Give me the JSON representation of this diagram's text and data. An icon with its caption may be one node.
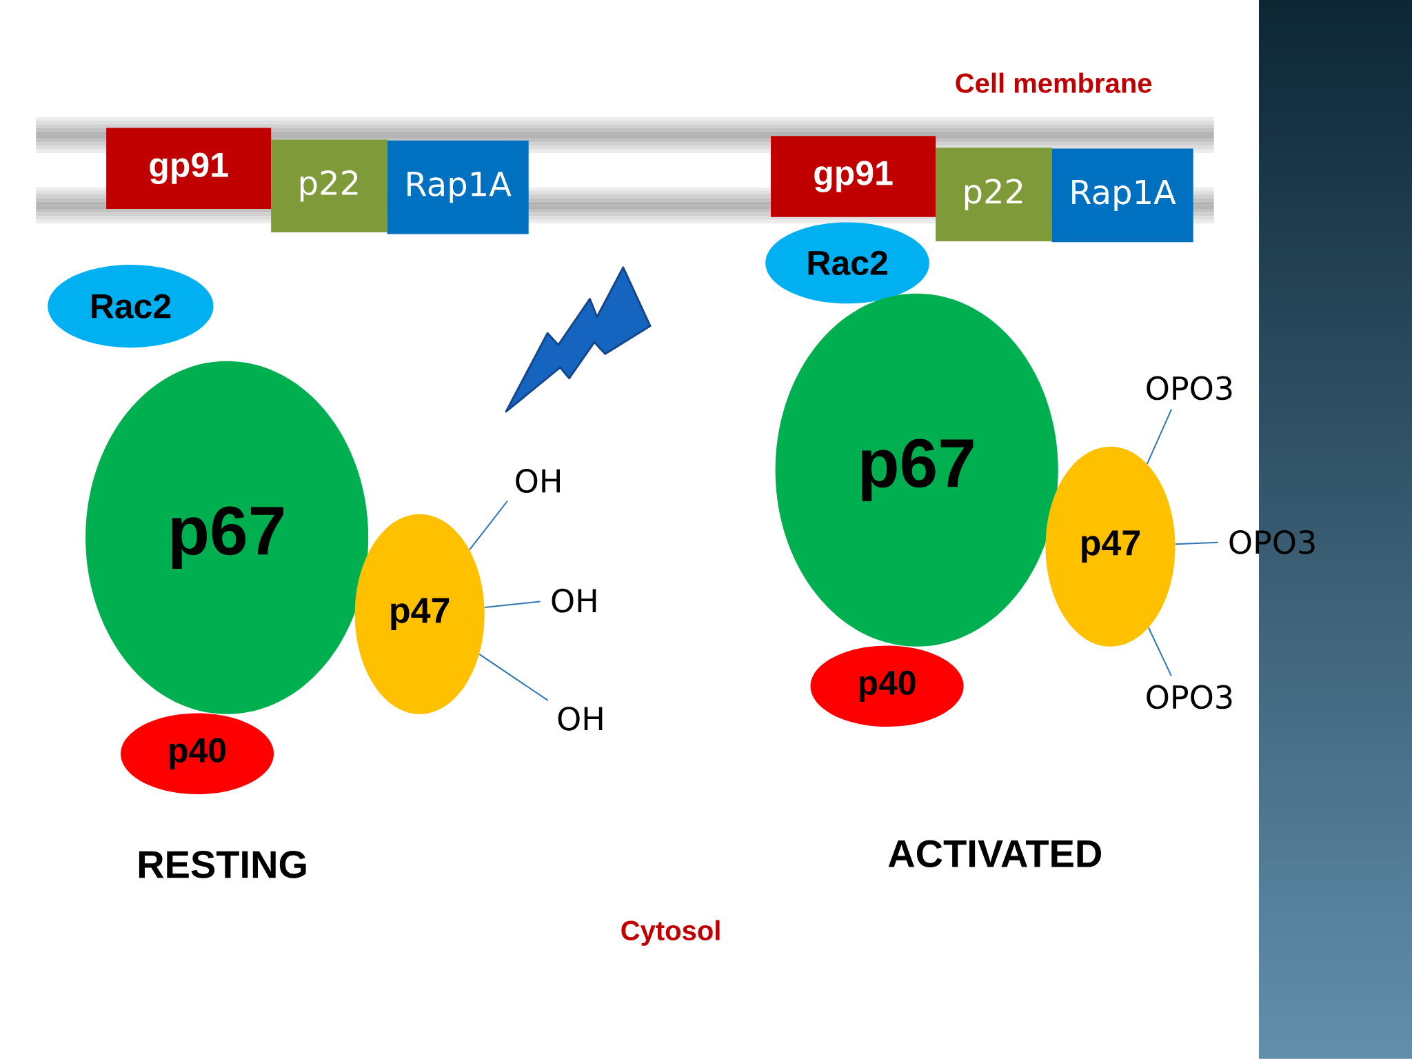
{
  "diagram": {
    "nodes": [
      {
        "text": [
          "gp91"
        ]
      },
      {
        "text": [
          "p22"
        ]
      },
      {
        "text": [
          "Rap1A"
        ]
      },
      {
        "text": [
          "Rac2"
        ]
      },
      {
        "text": [
          "p67"
        ]
      },
      {
        "text": [
          "p47"
        ]
      },
      {
        "text": [
          "p40"
        ]
      },
      {
        "text": [
          "OH"
        ]
      },
      {
        "text": [
          "OH"
        ]
      },
      {
        "text": [
          "OH"
        ]
      },
      {
        "text": [
          "gp91"
        ]
      },
      {
        "text": [
          "p22"
        ]
      },
      {
        "text": [
          "Rap1A"
        ]
      },
      {
        "text": [
          "Rac2"
        ]
      },
      {
        "text": [
          "p67"
        ]
      },
      {
        "text": [
          "p47"
        ]
      },
      {
        "text": [
          "p40"
        ]
      },
      {
        "text": [
          "OPO3"
        ]
      },
      {
        "text": [
          "OPO3"
        ]
      },
      {
        "text": [
          "OPO3"
        ]
      }
    ],
    "edges": [
      {
        "from": 7,
        "to": 5,
        "arrow": "none"
      },
      {
        "from": 8,
        "to": 5,
        "arrow": "none"
      },
      {
        "from": 9,
        "to": 5,
        "arrow": "none"
      },
      {
        "from": 17,
        "to": 15,
        "arrow": "none"
      },
      {
        "from": 18,
        "to": 15,
        "arrow": "none"
      },
      {
        "from": 19,
        "to": 15,
        "arrow": "none"
      }
    ],
    "labels": [
      "Cell membrane",
      "RESTING",
      "ACTIVATED",
      "Cytosol"
    ]
  }
}
